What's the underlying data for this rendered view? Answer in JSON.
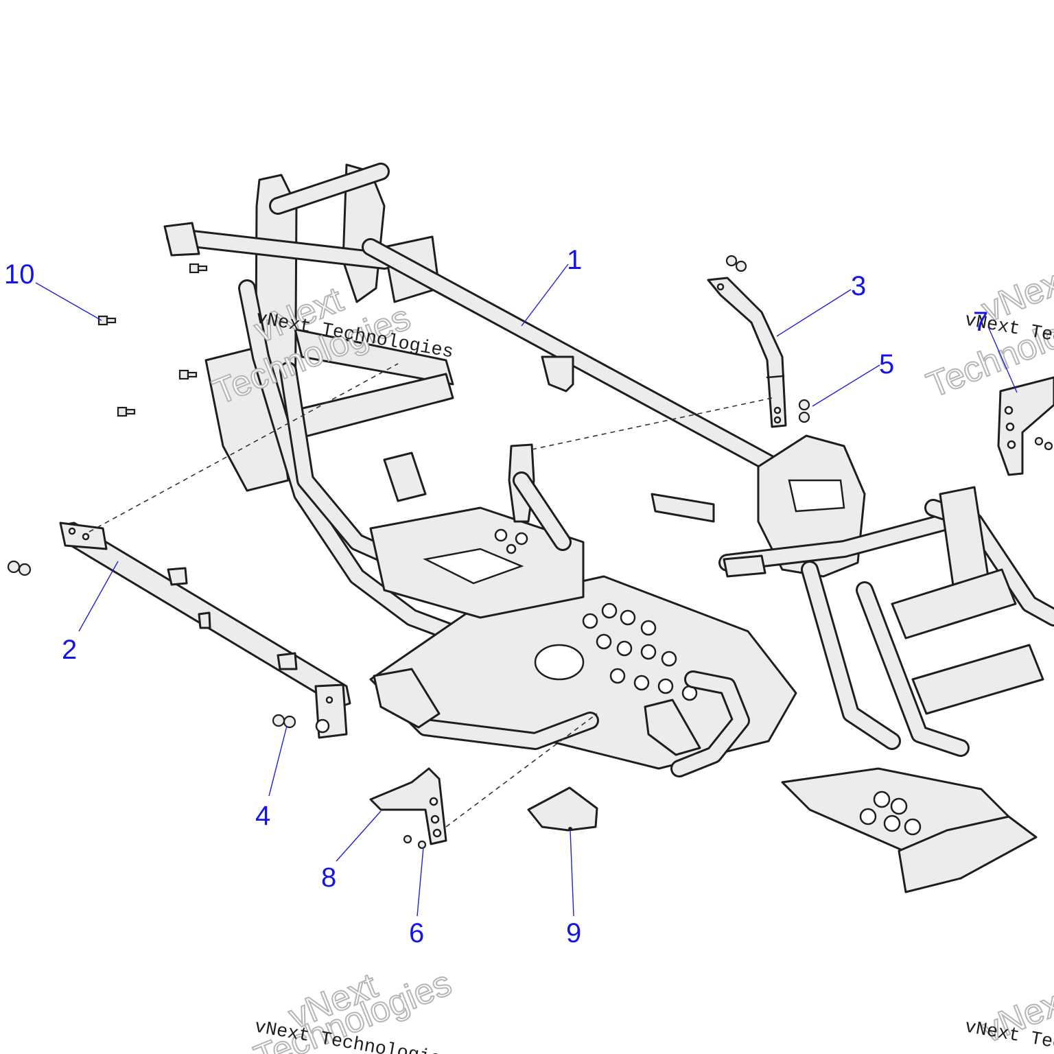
{
  "callouts": [
    {
      "label": "1"
    },
    {
      "label": "2"
    },
    {
      "label": "3"
    },
    {
      "label": "4"
    },
    {
      "label": "5"
    },
    {
      "label": "6"
    },
    {
      "label": "7"
    },
    {
      "label": "8"
    },
    {
      "label": "9"
    },
    {
      "label": "10"
    }
  ],
  "watermark": {
    "text": "vNext Technologies",
    "word1": "vNext",
    "word2": "Technologies"
  },
  "colors": {
    "callout": "#1414e6",
    "leader": "#1f1fd6",
    "line_art": "#1e1e1e",
    "fill": "#ececec"
  }
}
